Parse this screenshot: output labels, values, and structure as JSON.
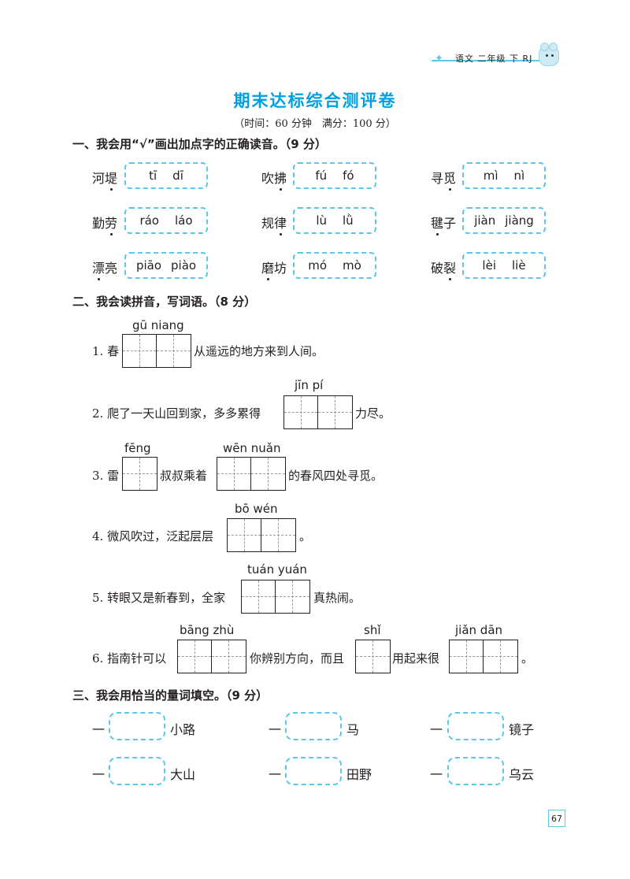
{
  "header": {
    "running_title": "语文 二年级 下 RJ"
  },
  "title": "期末达标综合测评卷",
  "subtitle": "（时间：60 分钟　满分：100 分）",
  "colors": {
    "accent": "#00a0e0",
    "box_border": "#5ec6e8"
  },
  "section1": {
    "heading": "一、我会用“√”画出加点字的正确读音。（9 分）",
    "items": [
      {
        "pre": "河",
        "dot": "堤",
        "post": "",
        "options": [
          "tī",
          "dī"
        ]
      },
      {
        "pre": "吹",
        "dot": "拂",
        "post": "",
        "options": [
          "fú",
          "fó"
        ]
      },
      {
        "pre": "寻",
        "dot": "觅",
        "post": "",
        "options": [
          "mì",
          "nì"
        ]
      },
      {
        "pre": "勤",
        "dot": "劳",
        "post": "",
        "options": [
          "ráo",
          "láo"
        ]
      },
      {
        "pre": "规",
        "dot": "律",
        "post": "",
        "options": [
          "lù",
          "lǜ"
        ]
      },
      {
        "pre": "",
        "dot": "毽",
        "post": "子",
        "options": [
          "jiàn",
          "jiàng"
        ]
      },
      {
        "pre": "",
        "dot": "漂",
        "post": "亮",
        "options": [
          "piāo",
          "piào"
        ]
      },
      {
        "pre": "",
        "dot": "磨",
        "post": "坊",
        "options": [
          "mó",
          "mò"
        ]
      },
      {
        "pre": "破",
        "dot": "裂",
        "post": "",
        "options": [
          "lèi",
          "liè"
        ]
      }
    ]
  },
  "section2": {
    "heading": "二、我会读拼音，写词语。（8 分）",
    "q1": {
      "pinyin": "gū  niang",
      "before": "1. 春",
      "after": "从遥远的地方来到人间。"
    },
    "q2": {
      "pinyin": "jīn    pí",
      "before": "2. 爬了一天山回到家，多多累得",
      "after": "力尽。"
    },
    "q3": {
      "pinyin1": "fēng",
      "pinyin2": "wēn nuǎn",
      "before": "3. 雷",
      "middle": "叔叔乘着",
      "after": "的春风四处寻觅。"
    },
    "q4": {
      "pinyin": "bō    wén",
      "before": "4. 微风吹过，泛起层层",
      "after": "。"
    },
    "q5": {
      "pinyin": "tuán yuán",
      "before": "5. 转眼又是新春到，全家",
      "after": "真热闹。"
    },
    "q6": {
      "pinyin1": "bāng zhù",
      "pinyin2": "shǐ",
      "pinyin3": "jiǎn  dān",
      "before": "6. 指南针可以",
      "middle1": "你辨别方向，而且",
      "middle2": "用起来很",
      "after": "。"
    }
  },
  "section3": {
    "heading": "三、我会用恰当的量词填空。（9 分）",
    "prefix": "一",
    "items": [
      "小路",
      "马",
      "镜子",
      "大山",
      "田野",
      "乌云"
    ]
  },
  "page_number": "67"
}
